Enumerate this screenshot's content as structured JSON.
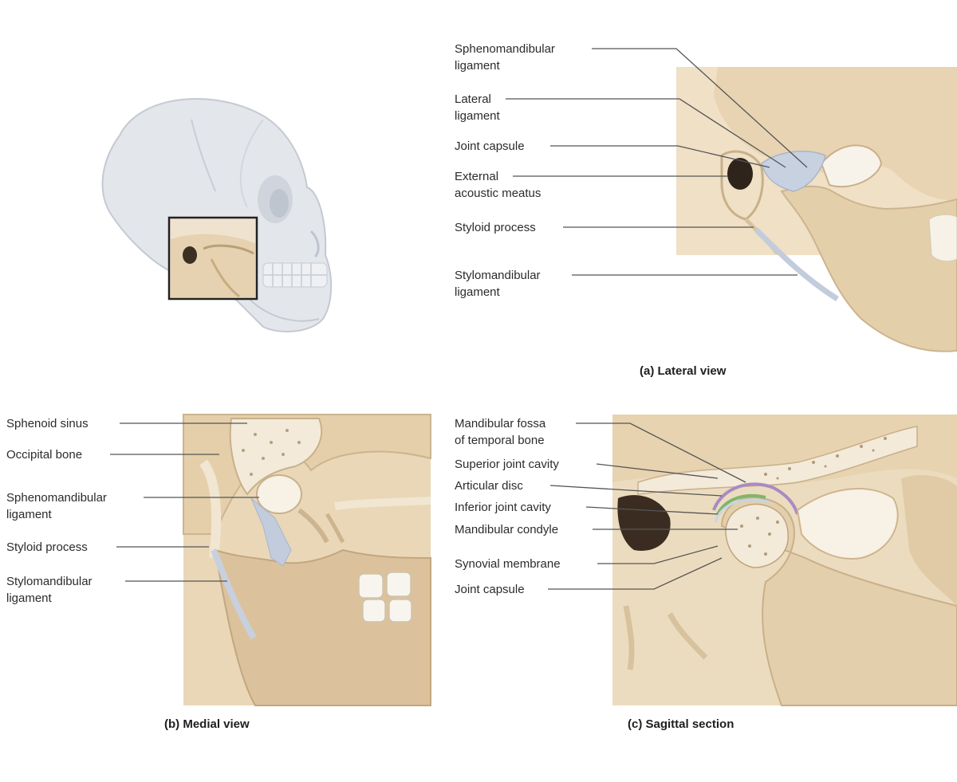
{
  "colors": {
    "bone": "#e6d2b0",
    "bone_dark": "#cdb48e",
    "skull": "#e4e7ec",
    "ligament": "#c2ccdc",
    "leader_line": "#555555",
    "cartilage_green": "#7fb66b",
    "membrane_purple": "#a98bc2"
  },
  "panel_a": {
    "caption": "(a) Lateral view",
    "labels": {
      "sphenomandibular_1": "Sphenomandibular",
      "sphenomandibular_2": "ligament",
      "lateral_1": "Lateral",
      "lateral_2": "ligament",
      "joint_capsule": "Joint capsule",
      "external_1": "External",
      "external_2": "acoustic meatus",
      "styloid": "Styloid process",
      "stylomandibular_1": "Stylomandibular",
      "stylomandibular_2": "ligament"
    }
  },
  "panel_b": {
    "caption": "(b) Medial view",
    "labels": {
      "sphenoid_sinus": "Sphenoid sinus",
      "occipital_bone": "Occipital bone",
      "sphenomandibular_1": "Sphenomandibular",
      "sphenomandibular_2": "ligament",
      "styloid": "Styloid process",
      "stylomandibular_1": "Stylomandibular",
      "stylomandibular_2": "ligament"
    }
  },
  "panel_c": {
    "caption": "(c) Sagittal section",
    "labels": {
      "fossa_1": "Mandibular fossa",
      "fossa_2": "of temporal bone",
      "superior_cavity": "Superior joint cavity",
      "articular_disc": "Articular disc",
      "inferior_cavity": "Inferior joint cavity",
      "condyle": "Mandibular condyle",
      "synovial": "Synovial membrane",
      "joint_capsule": "Joint capsule"
    }
  }
}
